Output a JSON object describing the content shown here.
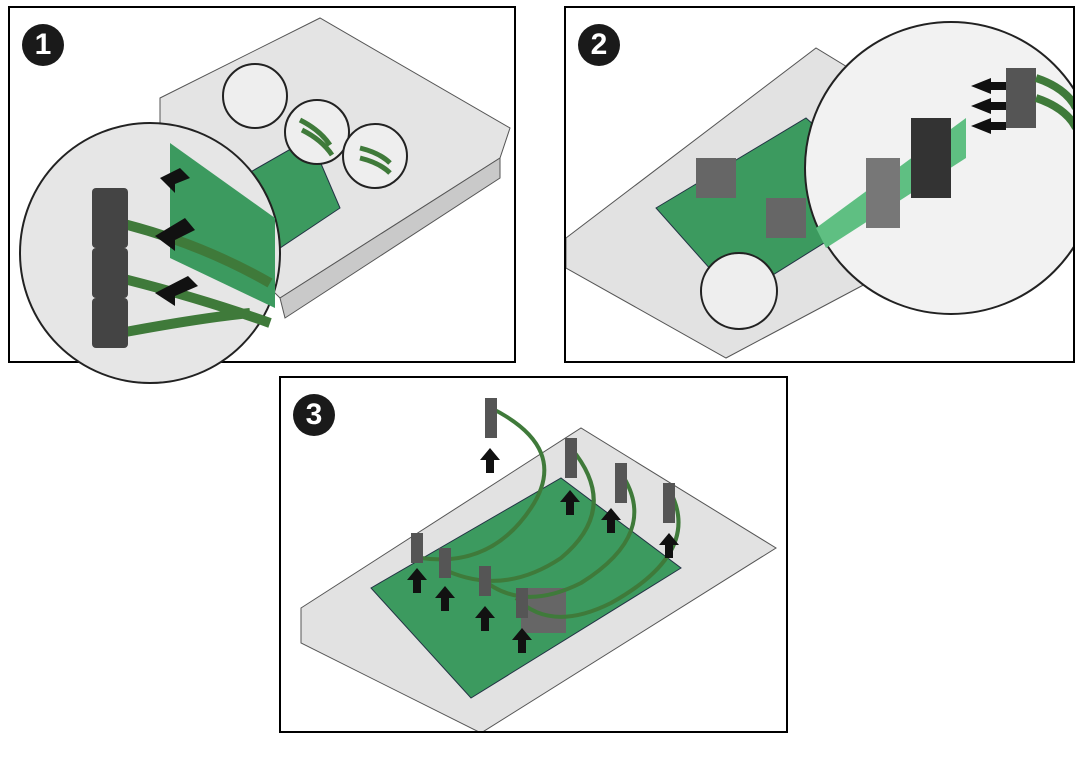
{
  "steps": [
    {
      "number": "1"
    },
    {
      "number": "2"
    },
    {
      "number": "3"
    }
  ],
  "colors": {
    "cable_green": "#3f7a3a",
    "board_green": "#3c9a5f",
    "chassis_gray": "#d9d9d9",
    "badge": "#1a1a1a"
  }
}
